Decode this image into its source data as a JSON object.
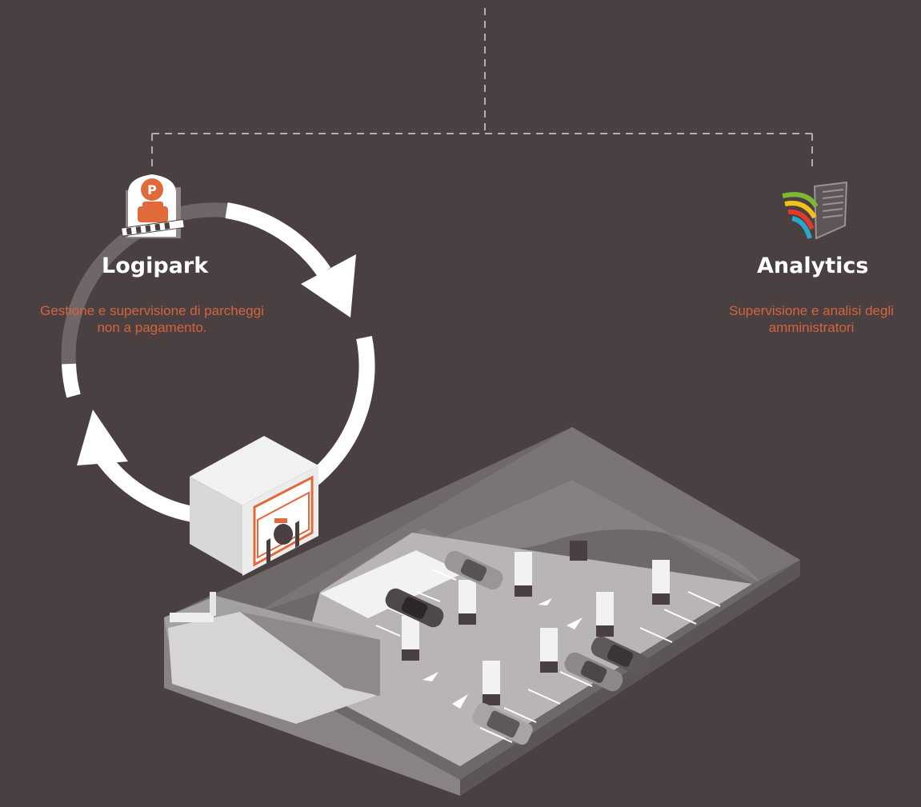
{
  "nodes": {
    "logipark": {
      "title": "Logipark",
      "description_line1": "Gestione e supervisione di parcheggi",
      "description_line2": "non a pagamento."
    },
    "analytics": {
      "title": "Analytics",
      "description_line1": "Supervisione e analisi degli",
      "description_line2": "amministratori"
    }
  },
  "icons": {
    "logipark": "parking-barrier-icon",
    "analytics": "analytics-logo-icon",
    "device": "parking-sensor-device",
    "parking": "isometric-parking-garage"
  },
  "colors": {
    "background": "#4a4041",
    "accent": "#e06a3a",
    "description": "#d3643c",
    "title": "#ffffff",
    "connector": "#b4aeaf",
    "arrow": "#ffffff",
    "arrow_faded": "#6e6667"
  }
}
